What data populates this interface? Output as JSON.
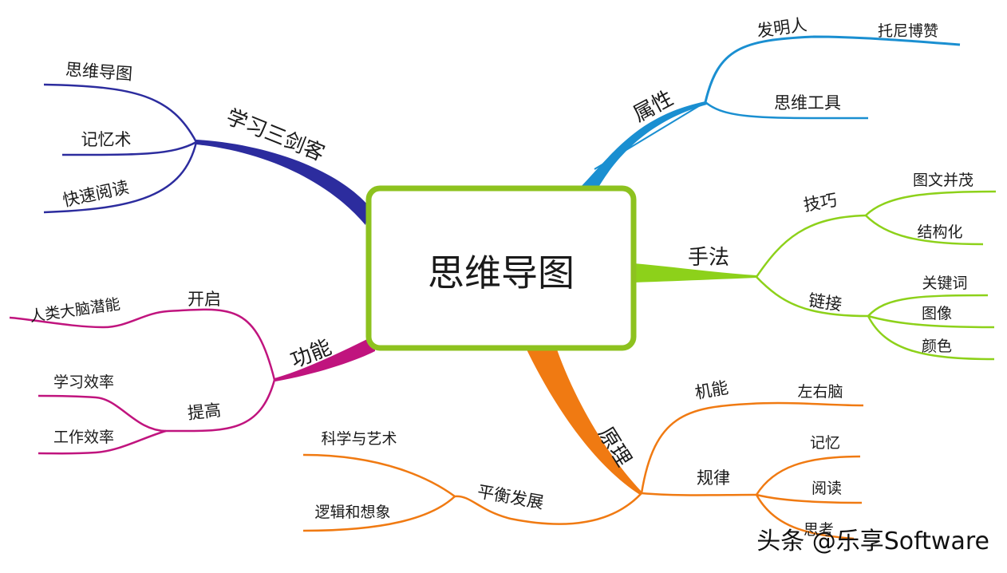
{
  "center": {
    "label": "思维导图",
    "border_color": "#8dc21f"
  },
  "branches": {
    "attributes": {
      "label": "属性",
      "color": "#1a8fd1",
      "inventor": {
        "label": "发明人",
        "child": "托尼博赞"
      },
      "tool": {
        "label": "思维工具"
      }
    },
    "learning": {
      "label": "学习三剑客",
      "color": "#2c2c9e",
      "items": [
        "思维导图",
        "记忆术",
        "快速阅读"
      ]
    },
    "technique": {
      "label": "手法",
      "color": "#8dd11a",
      "skills": {
        "label": "技巧",
        "items": [
          "图文并茂",
          "结构化"
        ]
      },
      "links": {
        "label": "链接",
        "items": [
          "关键词",
          "图像",
          "颜色"
        ]
      }
    },
    "function": {
      "label": "功能",
      "color": "#c0147e",
      "open": {
        "label": "开启",
        "child": "人类大脑潜能"
      },
      "improve": {
        "label": "提高",
        "items": [
          "学习效率",
          "工作效率"
        ]
      }
    },
    "principle": {
      "label": "原理",
      "color": "#f07a12",
      "mechanism": {
        "label": "机能",
        "child": "左右脑"
      },
      "law": {
        "label": "规律",
        "items": [
          "记忆",
          "阅读",
          "思考"
        ]
      },
      "balance": {
        "label": "平衡发展",
        "items": [
          "科学与艺术",
          "逻辑和想象"
        ]
      }
    }
  },
  "watermark": "头条 @乐享Software"
}
